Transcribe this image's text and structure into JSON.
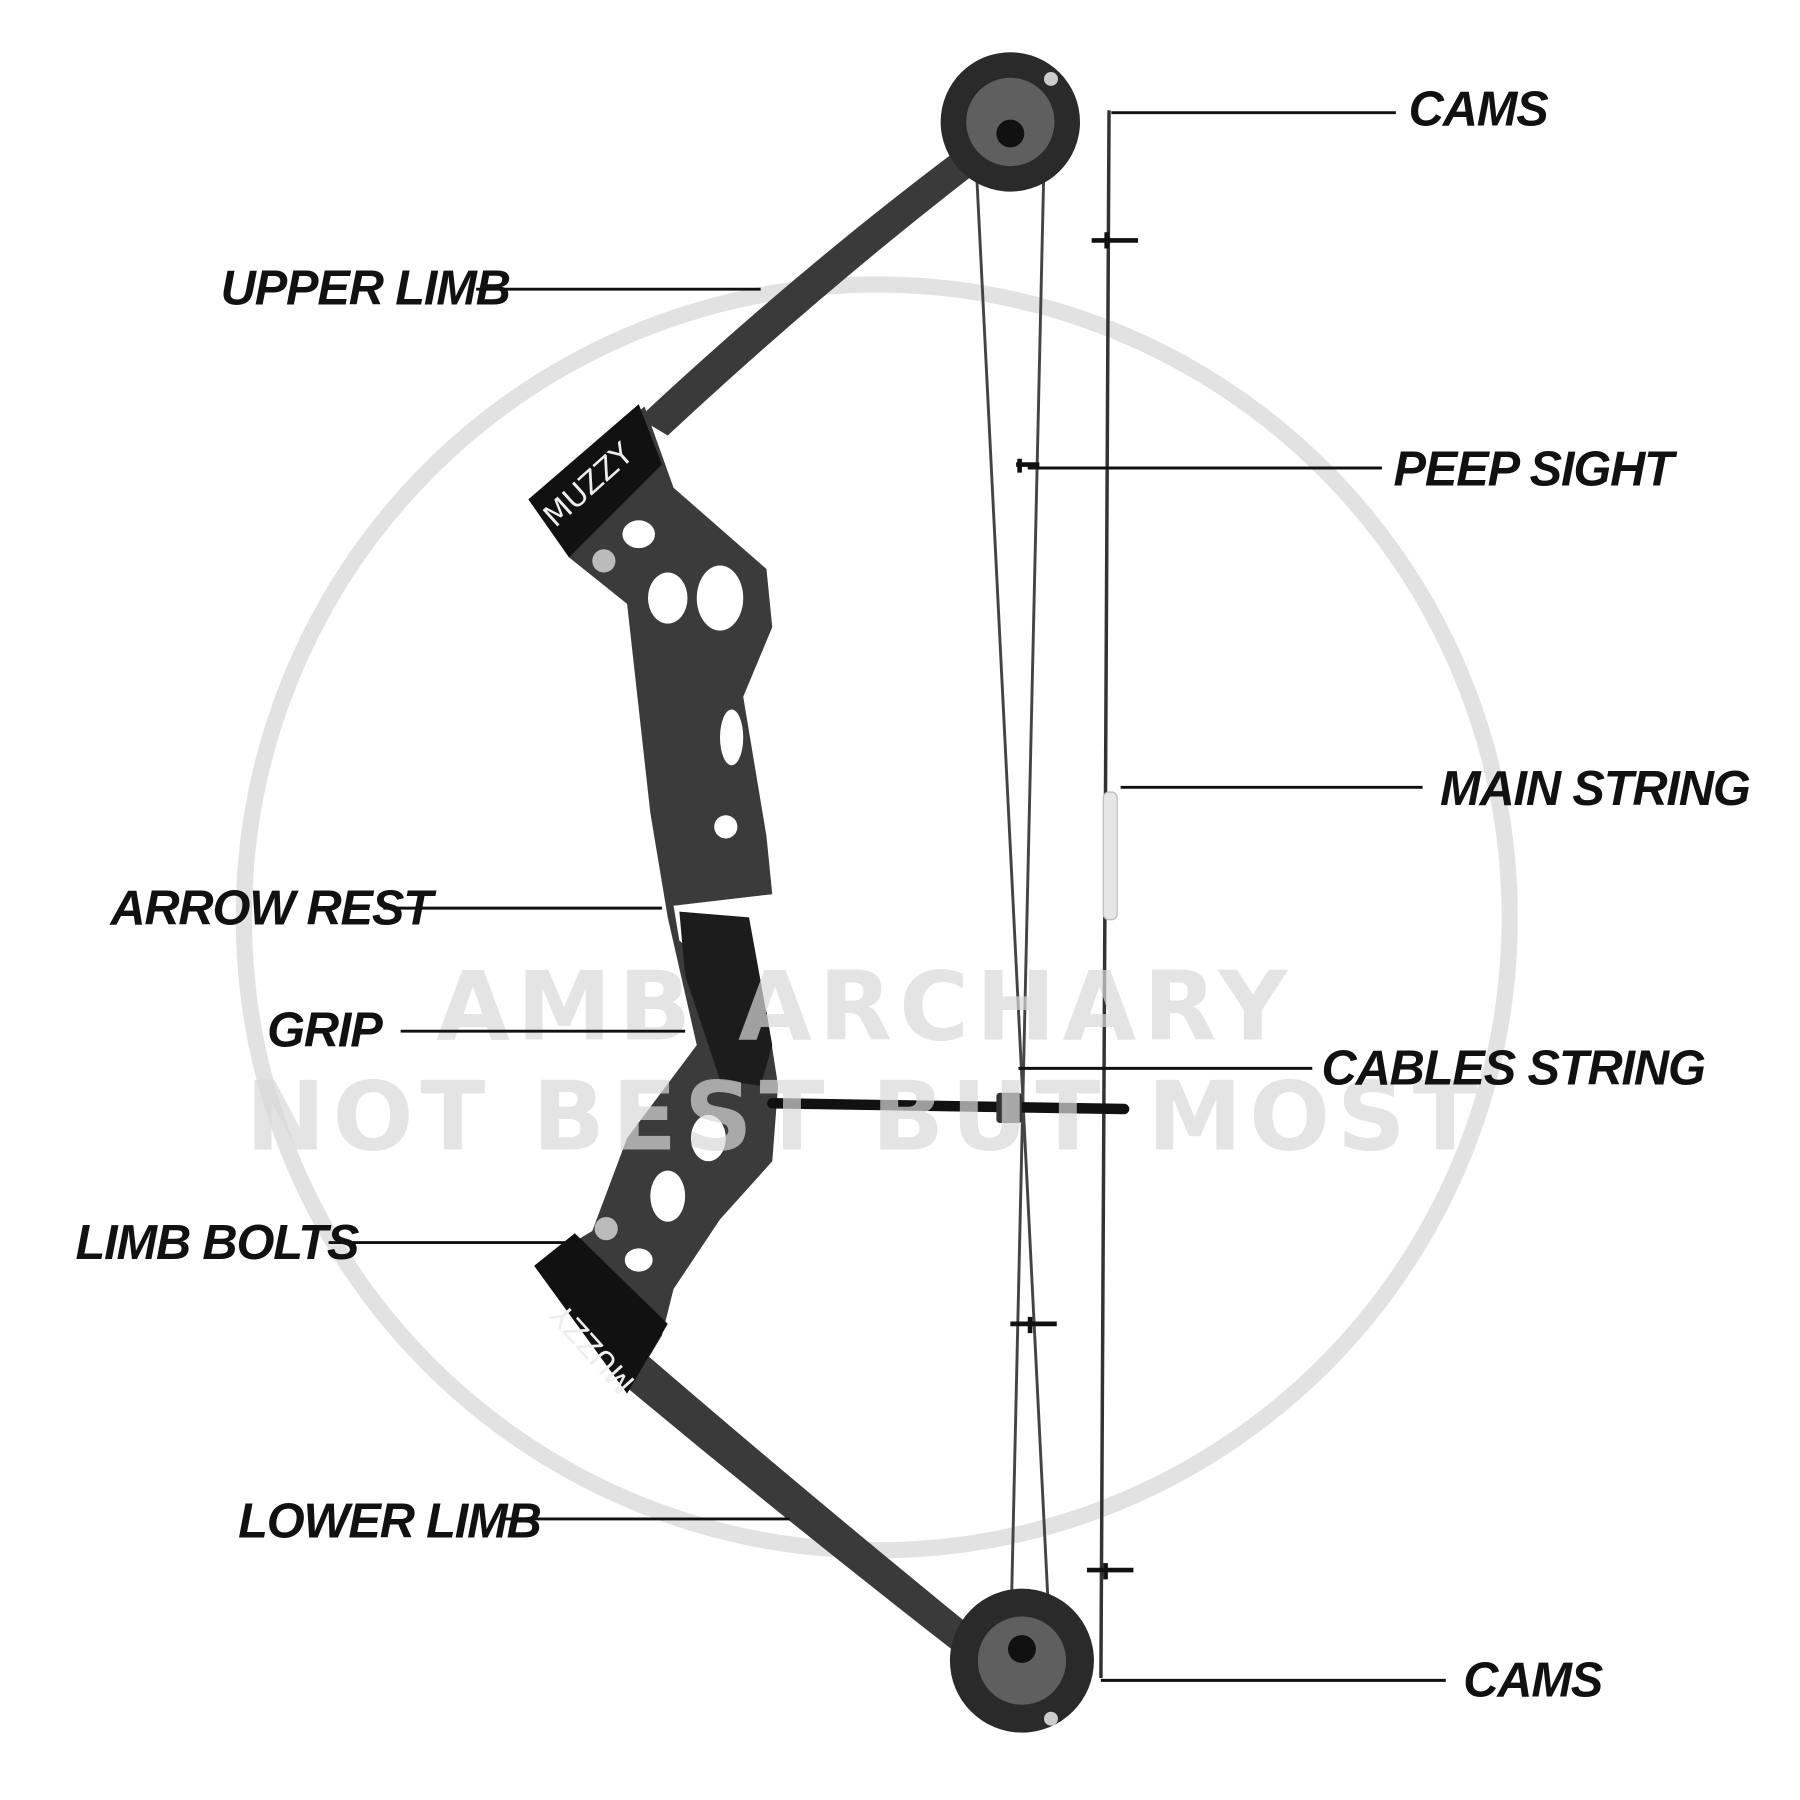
{
  "watermark": {
    "line1": "AMB ARCHARY",
    "line2": "NOT BEST BUT MOST"
  },
  "brand": "MUZZY",
  "labels": {
    "cams_top": "CAMS",
    "upper_limb": "UPPER LIMB",
    "peep_sight": "PEEP SIGHT",
    "main_string": "MAIN STRING",
    "arrow_rest": "ARROW REST",
    "grip": "GRIP",
    "cables_string": "CABLES STRING",
    "limb_bolts": "LIMB BOLTS",
    "lower_limb": "LOWER LIMB",
    "cams_bottom": "CAMS"
  }
}
